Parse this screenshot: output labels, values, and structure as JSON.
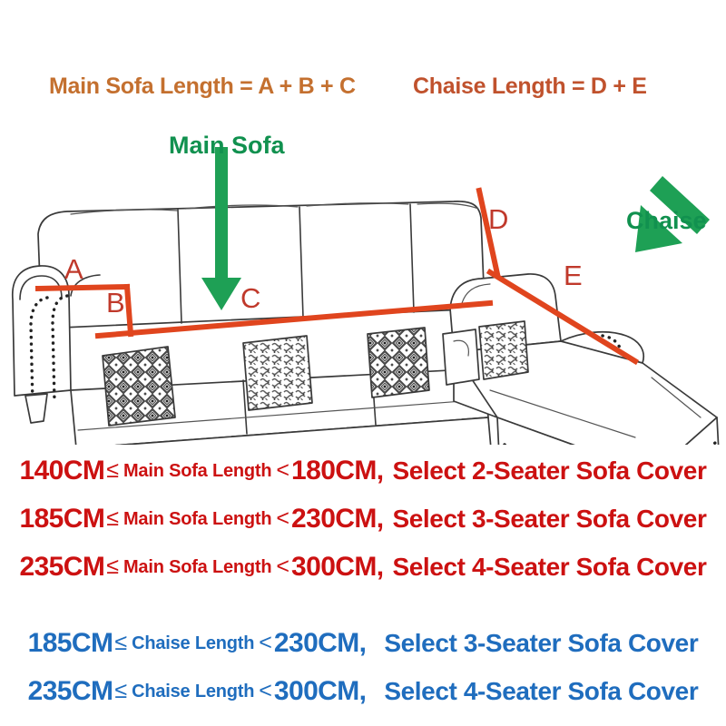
{
  "headers": {
    "main_formula": "Main Sofa Length = A + B + C",
    "chaise_formula": "Chaise Length = D + E",
    "main_formula_color": "#C4702F",
    "chaise_formula_color": "#C0522D"
  },
  "callouts": {
    "main_sofa": "Main Sofa",
    "chaise": "Chaise",
    "color": "#11914F"
  },
  "segments": {
    "a": "A",
    "b": "B",
    "c": "C",
    "d": "D",
    "e": "E",
    "letter_color": "#C0392B",
    "measure_line_color": "#E0451E"
  },
  "main_sofa_rules": [
    {
      "min": "140CM",
      "op_low": "≤",
      "label": "Main Sofa Length",
      "op_high": "<",
      "max": "180CM,",
      "recommendation": "Select 2-Seater Sofa Cover"
    },
    {
      "min": "185CM",
      "op_low": "≤",
      "label": "Main Sofa Length",
      "op_high": "<",
      "max": "230CM,",
      "recommendation": "Select 3-Seater Sofa Cover"
    },
    {
      "min": "235CM",
      "op_low": "≤",
      "label": "Main Sofa Length",
      "op_high": "<",
      "max": "300CM,",
      "recommendation": "Select 4-Seater Sofa Cover"
    }
  ],
  "chaise_rules": [
    {
      "min": "185CM",
      "op_low": "≤",
      "label": "Chaise Length",
      "op_high": "<",
      "max": "230CM,",
      "recommendation": "Select 3-Seater Sofa Cover"
    },
    {
      "min": "235CM",
      "op_low": "≤",
      "label": "Chaise Length",
      "op_high": "<",
      "max": "300CM,",
      "recommendation": "Select 4-Seater Sofa Cover"
    }
  ],
  "colors": {
    "red_text": "#CC1111",
    "blue_text": "#1F6DBE",
    "background": "#FFFFFF",
    "sketch_stroke": "#3A3A3A"
  }
}
